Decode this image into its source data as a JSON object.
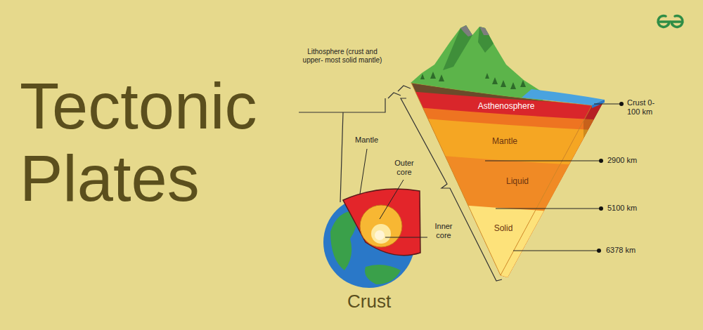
{
  "diagram": {
    "title": "Tectonic Plates",
    "labels": [
      "Lithosphere (crust and upper- most solid mantle)",
      "Mantle",
      "Outer core",
      "Inner core",
      "Crust",
      "Asthenosphere",
      "Mantle",
      "Liquid",
      "Solid",
      "Crust 0-100 km",
      "2900 km",
      "5100 km",
      "6378 km"
    ]
  }
}
